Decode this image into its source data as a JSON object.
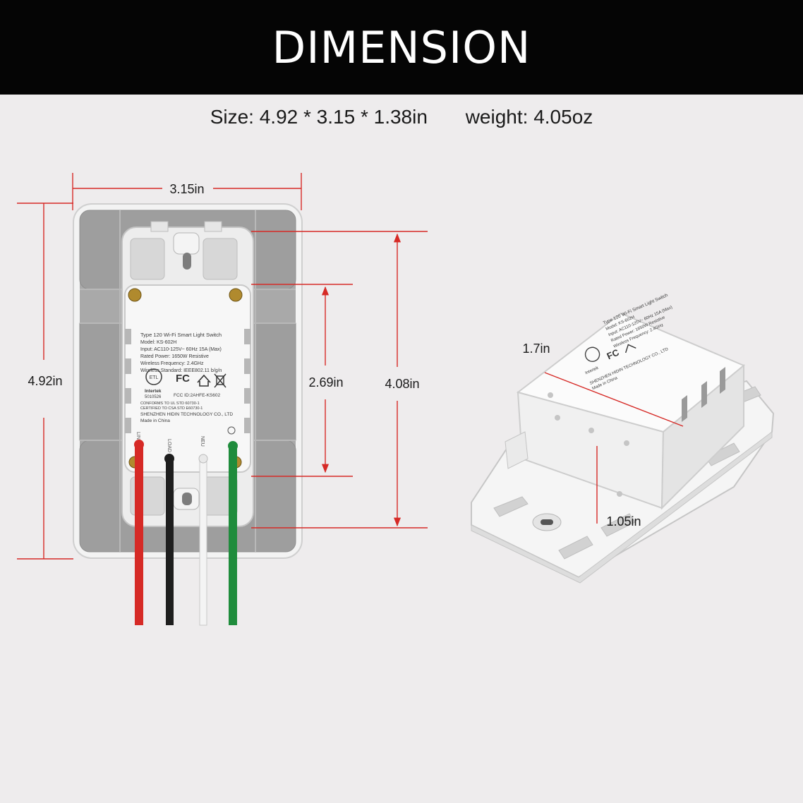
{
  "header": {
    "title": "DIMENSION"
  },
  "specs": {
    "size": "Size: 4.92 * 3.15 * 1.38in",
    "weight": "weight: 4.05oz"
  },
  "dimensions": {
    "width": "3.15in",
    "plate_height": "4.92in",
    "module_height": "4.08in",
    "module_body": "2.69in",
    "depth_length": "1.7in",
    "depth_height": "1.05in"
  },
  "label": {
    "lines": [
      "Type 120 Wi-Fi Smart Light Switch",
      "Model: KS-602H",
      "Input: AC110-125V~ 60Hz 15A (Max)",
      "Rated Power: 1650W   Resistive",
      "Wireless Frequency: 2.4GHz",
      "Wireless Standard: IEEE802.11 b/g/n"
    ],
    "intertek": "Intertek",
    "intertek_no": "5010526",
    "fcc_id": "FCC ID:2AHFE-KS602",
    "conform_1": "CONFORMS TO UL STD 60730-1",
    "conform_2": "CERTIFIED TO CSA STD E60730-1",
    "maker": "SHENZHEN HIDIN TECHNOLOGY CO., LTD",
    "origin": "Made in China"
  },
  "colors": {
    "wire_line": "#d62a26",
    "wire_load": "#1e1e1e",
    "wire_neutral": "#f2f2f2",
    "wire_ground": "#1f8c3c",
    "dimension_line": "#d62a26"
  }
}
